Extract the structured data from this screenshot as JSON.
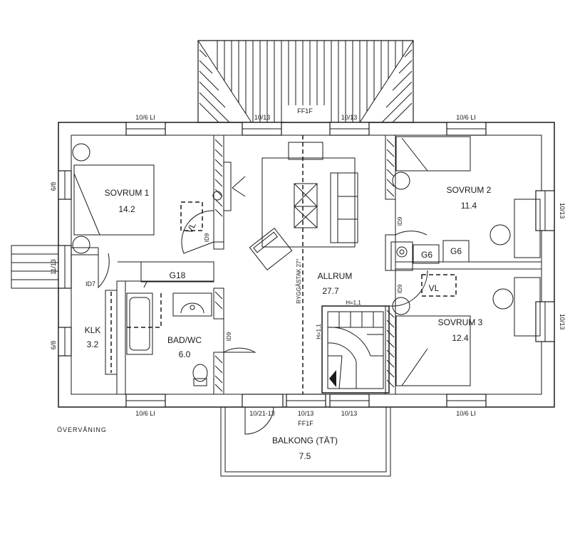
{
  "plan_title": "ÖVERVÅNING",
  "rooms": {
    "sovrum1": {
      "name": "SOVRUM 1",
      "area": "14.2"
    },
    "sovrum2": {
      "name": "SOVRUM 2",
      "area": "11.4"
    },
    "sovrum3": {
      "name": "SOVRUM 3",
      "area": "12.4"
    },
    "allrum": {
      "name": "ALLRUM",
      "area": "27.7"
    },
    "badwc": {
      "name": "BAD/WC",
      "area": "6.0"
    },
    "klk": {
      "name": "KLK",
      "area": "3.2"
    },
    "balkong": {
      "name": "BALKONG (TÄT)",
      "area": "7.5"
    }
  },
  "window_labels": {
    "top_left": "10/6 LI",
    "top_mid_left": "10/13",
    "top_center": "FF1F",
    "top_mid_right": "10/13",
    "top_right": "10/6 LI",
    "bottom_left": "10/6 LI",
    "bottom_door": "10/21-13",
    "bottom_mid": "10/13",
    "bottom_mid_right": "10/13",
    "bottom_center": "FF1F",
    "bottom_right": "10/6 LI",
    "left_upper": "6/8",
    "left_mid": "11/13",
    "left_lower": "6/8",
    "right_upper": "10/13",
    "right_lower": "10/13"
  },
  "door_labels": {
    "id9_sovrum1": "ID9",
    "id9_badwc": "ID9",
    "id9_sovrum2": "ID9",
    "id9_sovrum3": "ID9",
    "id7_klk": "ID7"
  },
  "fixtures": {
    "vl_left": "VL",
    "vl_right": "VL",
    "g18": "G18",
    "g6_a": "G6",
    "g6_b": "G6"
  },
  "notes": {
    "ryggastak": "RYGGÅSTAK 27°",
    "stair_h_top": "H=1,1",
    "stair_h_side": "H=1,1"
  }
}
